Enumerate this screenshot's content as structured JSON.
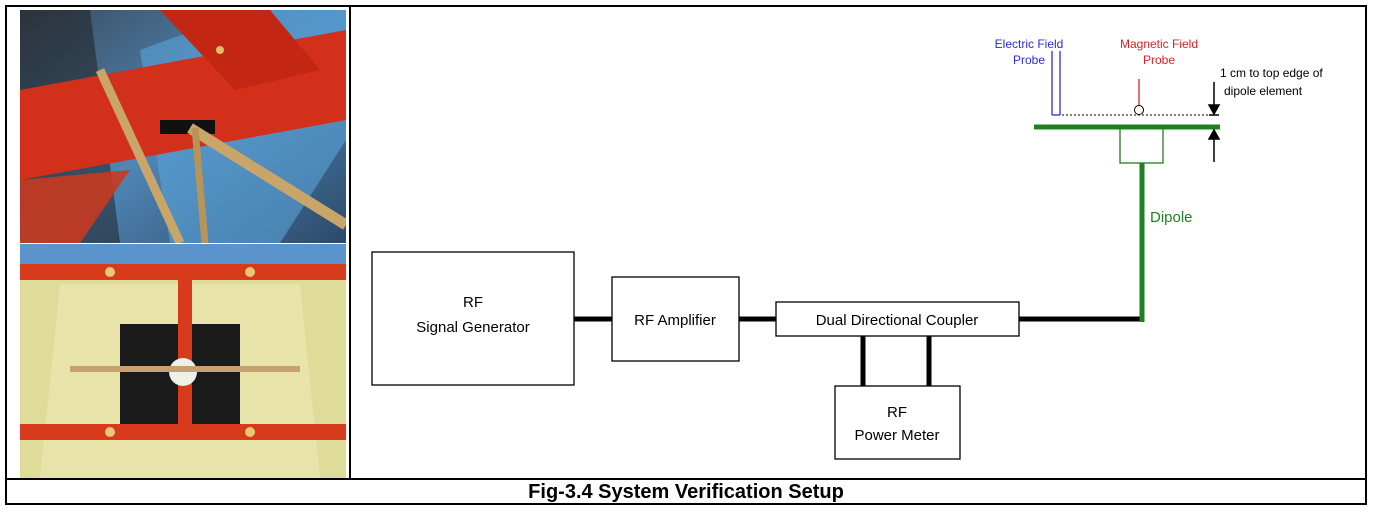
{
  "caption": "Fig-3.4 System Verification Setup",
  "blocks": {
    "signal_generator": [
      "RF",
      "Signal Generator"
    ],
    "amplifier": "RF Amplifier",
    "coupler": "Dual Directional Coupler",
    "power_meter": [
      "RF",
      "Power Meter"
    ]
  },
  "labels": {
    "dipole": "Dipole",
    "electric_probe": [
      "Electric Field",
      "Probe"
    ],
    "magnetic_probe": [
      "Magnetic Field",
      "Probe"
    ],
    "spacing_note": [
      "1 cm to top edge of",
      "dipole element"
    ]
  },
  "colors": {
    "electric": "#2b2bd9",
    "magnetic": "#e02020",
    "dipole": "#208020",
    "frame": "#7a0000",
    "wire": "#000000"
  }
}
